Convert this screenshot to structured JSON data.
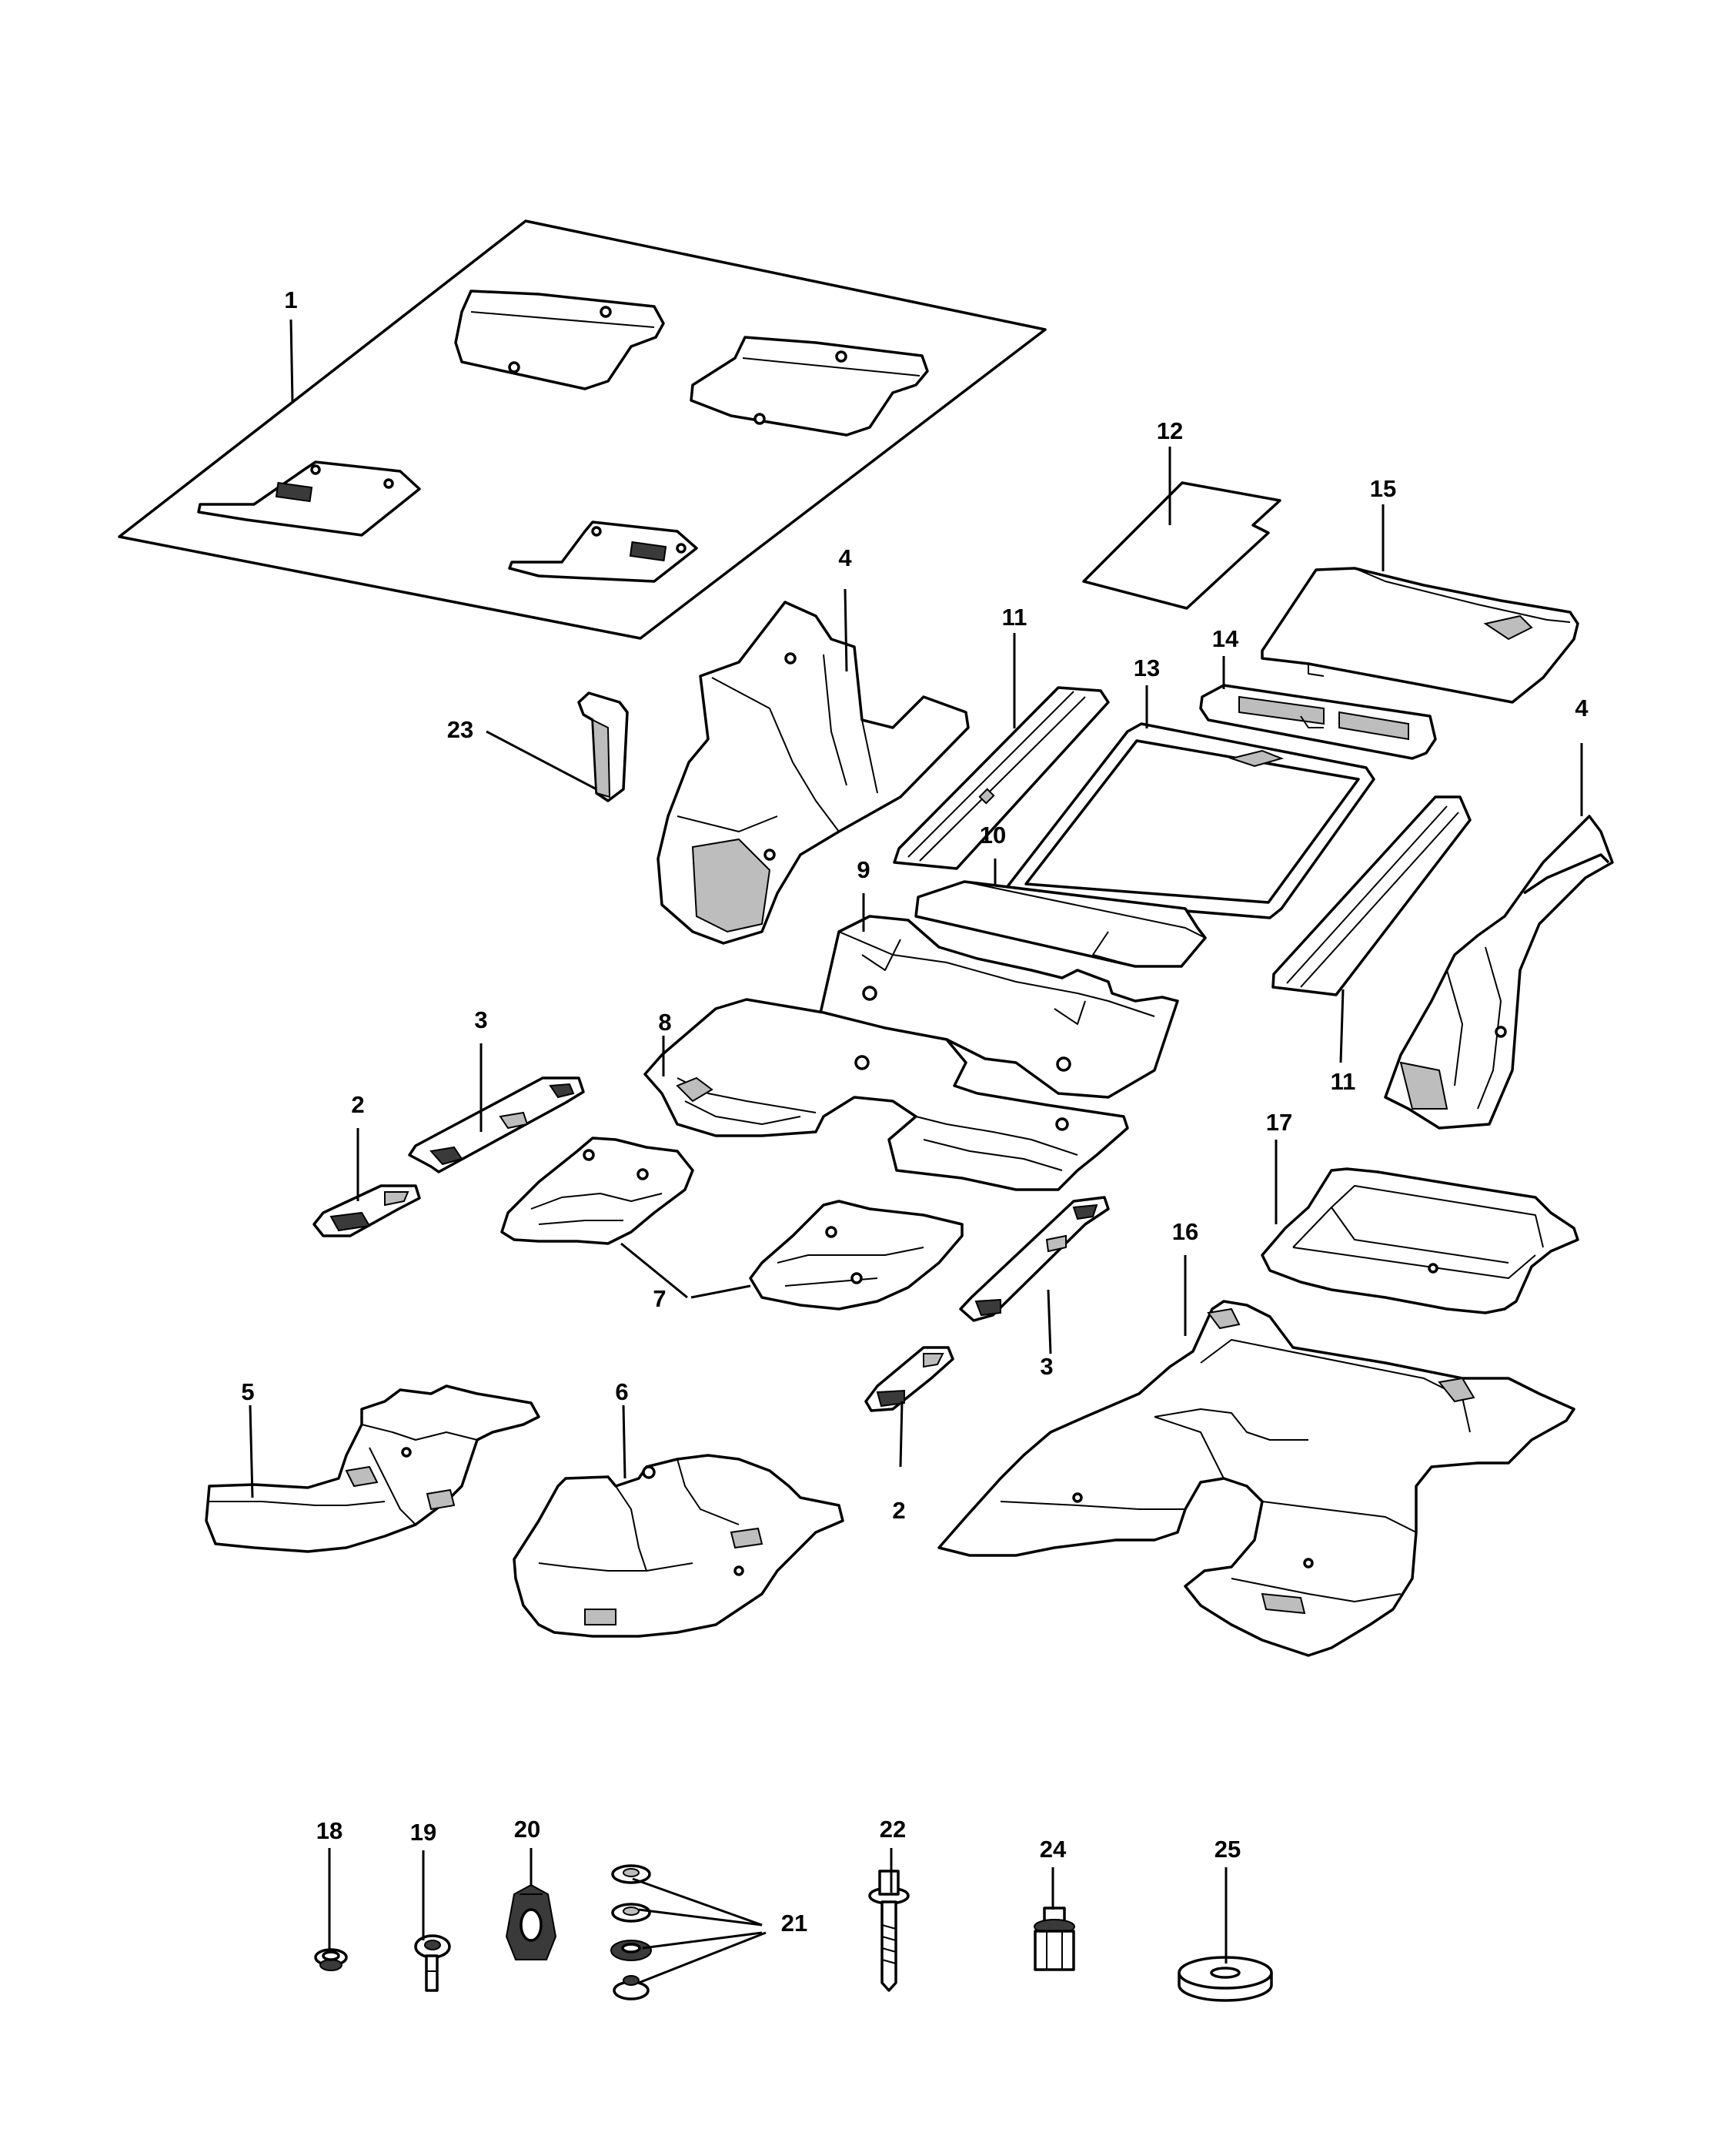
{
  "callouts": [
    {
      "key": "1",
      "text": "1"
    },
    {
      "key": "2a",
      "text": "2"
    },
    {
      "key": "2b",
      "text": "2"
    },
    {
      "key": "3a",
      "text": "3"
    },
    {
      "key": "3b",
      "text": "3"
    },
    {
      "key": "4a",
      "text": "4"
    },
    {
      "key": "4b",
      "text": "4"
    },
    {
      "key": "5",
      "text": "5"
    },
    {
      "key": "6",
      "text": "6"
    },
    {
      "key": "7",
      "text": "7"
    },
    {
      "key": "8",
      "text": "8"
    },
    {
      "key": "9",
      "text": "9"
    },
    {
      "key": "10",
      "text": "10"
    },
    {
      "key": "11a",
      "text": "11"
    },
    {
      "key": "11b",
      "text": "11"
    },
    {
      "key": "12",
      "text": "12"
    },
    {
      "key": "13",
      "text": "13"
    },
    {
      "key": "14",
      "text": "14"
    },
    {
      "key": "15",
      "text": "15"
    },
    {
      "key": "16",
      "text": "16"
    },
    {
      "key": "17",
      "text": "17"
    },
    {
      "key": "18",
      "text": "18"
    },
    {
      "key": "19",
      "text": "19"
    },
    {
      "key": "20",
      "text": "20"
    },
    {
      "key": "21",
      "text": "21"
    },
    {
      "key": "22",
      "text": "22"
    },
    {
      "key": "23",
      "text": "23"
    },
    {
      "key": "24",
      "text": "24"
    },
    {
      "key": "25",
      "text": "25"
    }
  ]
}
